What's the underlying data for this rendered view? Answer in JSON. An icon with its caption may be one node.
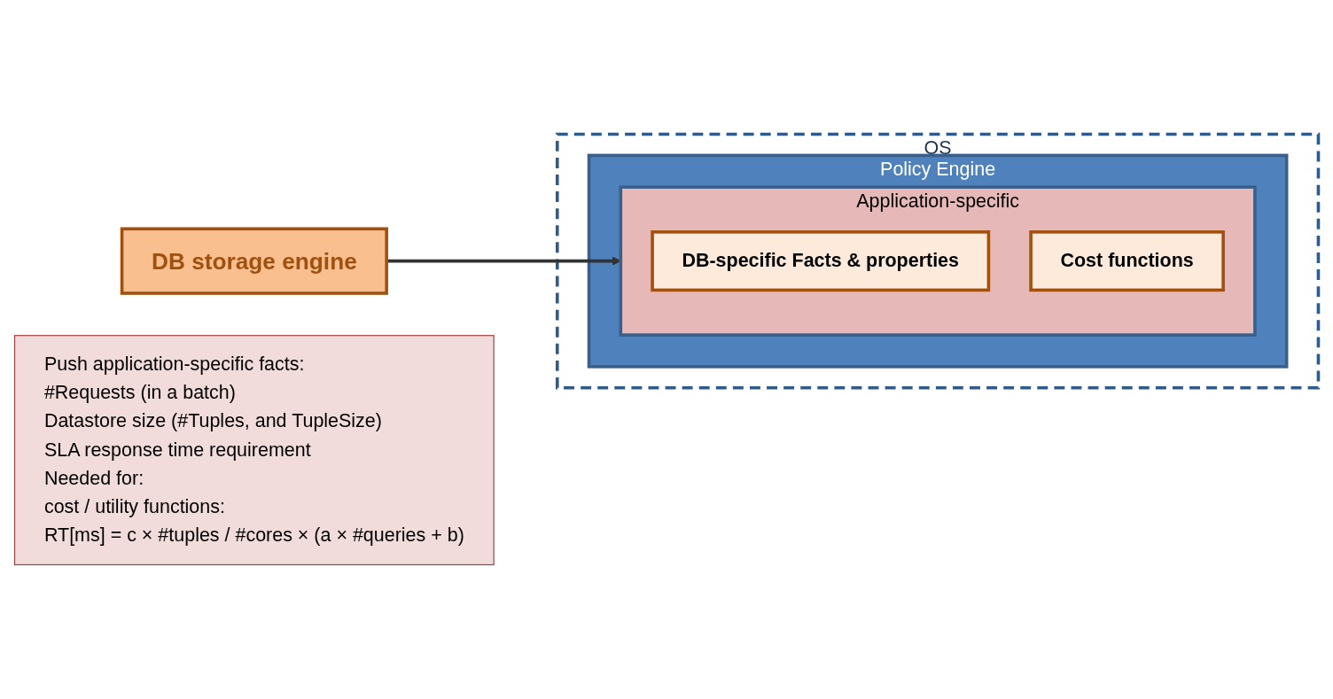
{
  "diagram": {
    "nodes": [
      {
        "text": [
          "DB storage engine"
        ]
      },
      {
        "text": [
          "OS"
        ]
      },
      {
        "text": [
          "Policy Engine"
        ],
        "in": 1
      },
      {
        "text": [
          "Application-specific"
        ],
        "in": 2
      },
      {
        "text": [
          "DB-specific Facts & properties"
        ],
        "in": 3
      },
      {
        "text": [
          "Cost functions"
        ],
        "in": 3
      },
      {
        "text": [
          "Push application-specific facts:",
          "#Requests (in a batch)",
          "Datastore size (#Tuples, and TupleSize)",
          "SLA response time requirement",
          "Needed for:",
          "cost / utility functions:",
          "RT[ms] = c × #tuples / #cores × (a × #queries + b)"
        ]
      }
    ],
    "edges": [
      {
        "from": 0,
        "to": 3,
        "arrow": "to"
      }
    ]
  }
}
